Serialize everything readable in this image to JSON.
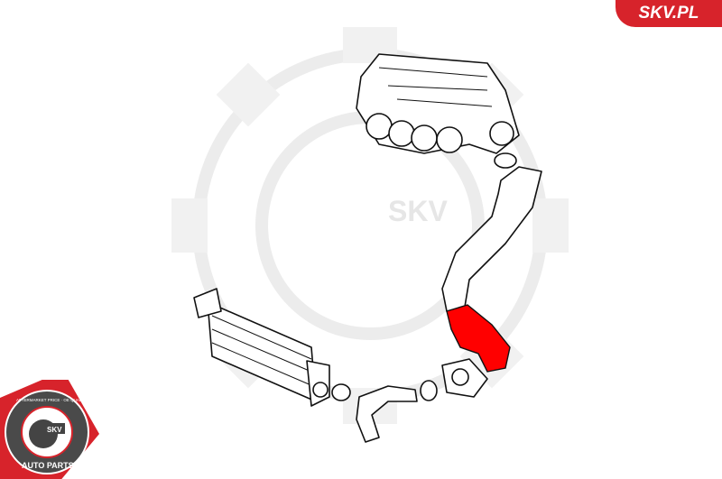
{
  "brand_badge": "SKV.PL",
  "watermark_text": "SKV",
  "logo": {
    "top_text": "AFTERMARKET PRICE · OE QUALITY",
    "center_text": "SKV",
    "bottom_text": "AUTO PARTS"
  },
  "colors": {
    "brand_red": "#d7232b",
    "highlight_part": "#ff0000",
    "watermark": "#ececec"
  }
}
